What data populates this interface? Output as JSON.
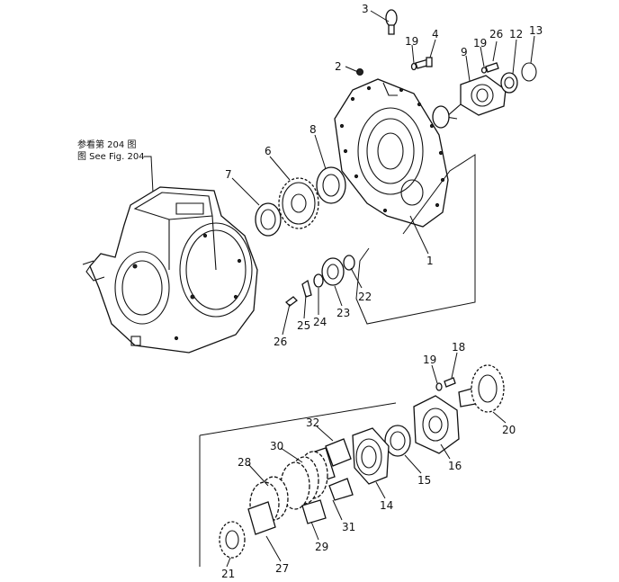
{
  "reference_note": {
    "line1": "参看第 204 图",
    "line2": "图 See Fig. 204"
  },
  "part_numbers": {
    "p1": "1",
    "p2": "2",
    "p3": "3",
    "p4": "4",
    "p6": "6",
    "p7": "7",
    "p8": "8",
    "p9": "9",
    "p12": "12",
    "p13": "13",
    "p14": "14",
    "p15": "15",
    "p16": "16",
    "p18": "18",
    "p19a": "19",
    "p19b": "19",
    "p19c": "19",
    "p20": "20",
    "p21": "21",
    "p22": "22",
    "p23": "23",
    "p24": "24",
    "p25": "25",
    "p26a": "26",
    "p26b": "26",
    "p27": "27",
    "p28": "28",
    "p29": "29",
    "p30": "30",
    "p31": "31",
    "p32": "32"
  }
}
